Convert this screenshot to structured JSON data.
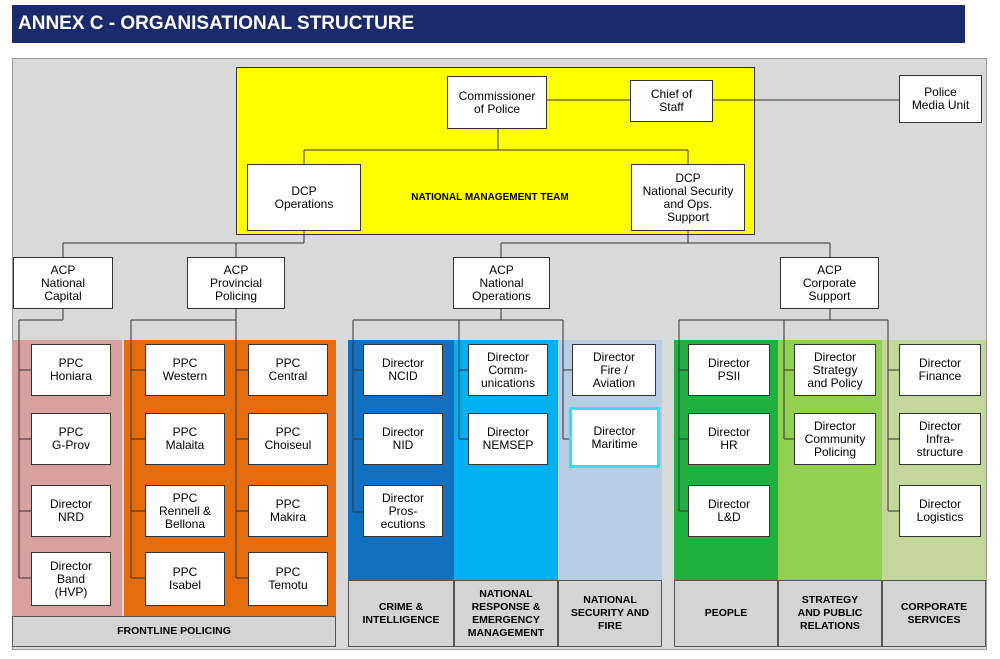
{
  "title": "ANNEX C - ORGANISATIONAL STRUCTURE",
  "colors": {
    "title_bg": "#1a2a6c",
    "national_management_team": "#ffff00",
    "frontline_pink": "#d9a0a0",
    "frontline_orange": "#e46c0a",
    "crime_blue": "#1170c0",
    "response_cyan": "#00b0f0",
    "security_lightblue": "#b8cce4",
    "people_green": "#1fb040",
    "strategy_lightgreen": "#92d050",
    "corporate_olive": "#c4d79b",
    "highlight": "#33e0ee"
  },
  "national_management_team": {
    "label": "NATIONAL MANAGEMENT TEAM",
    "commissioner": "Commissioner\nof Police",
    "chief_of_staff": "Chief of\nStaff",
    "media_unit": "Police\nMedia Unit",
    "dcp_operations": "DCP\nOperations",
    "dcp_security": "DCP\nNational Security\nand Ops.\nSupport"
  },
  "acp": {
    "national_capital": "ACP\nNational\nCapital",
    "provincial_policing": "ACP\nProvincial\nPolicing",
    "national_operations": "ACP\nNational\nOperations",
    "corporate_support": "ACP\nCorporate\nSupport"
  },
  "units": {
    "ppc_honiara": "PPC\nHoniara",
    "ppc_gprov": "PPC\nG-Prov",
    "director_nrd": "Director\nNRD",
    "director_band": "Director\nBand\n(HVP)",
    "ppc_western": "PPC\nWestern",
    "ppc_malaita": "PPC\nMalaita",
    "ppc_rennell": "PPC\nRennell &\nBellona",
    "ppc_isabel": "PPC\nIsabel",
    "ppc_central": "PPC\nCentral",
    "ppc_choiseul": "PPC\nChoiseul",
    "ppc_makira": "PPC\nMakira",
    "ppc_temotu": "PPC\nTemotu",
    "director_ncid": "Director\nNCID",
    "director_nid": "Director\nNID",
    "director_prosecutions": "Director\nPros-\necutions",
    "director_communications": "Director\nComm-\nunications",
    "director_nemsep": "Director\nNEMSEP",
    "director_fire": "Director\nFire /\nAviation",
    "director_maritime": "Director\nMaritime",
    "director_psii": "Director\nPSII",
    "director_hr": "Director\nHR",
    "director_ld": "Director\nL&D",
    "director_strategy": "Director\nStrategy\nand Policy",
    "director_community": "Director\nCommunity\nPolicing",
    "director_finance": "Director\nFinance",
    "director_infrastructure": "Director\nInfra-\nstructure",
    "director_logistics": "Director\nLogistics"
  },
  "footers": {
    "frontline": "FRONTLINE POLICING",
    "crime": "CRIME &\nINTELLIGENCE",
    "response": "NATIONAL\nRESPONSE &\nEMERGENCY\nMANAGEMENT",
    "security": "NATIONAL\nSECURITY AND\nFIRE",
    "people": "PEOPLE",
    "strategy": "STRATEGY\nAND PUBLIC\nRELATIONS",
    "corporate": "CORPORATE\nSERVICES"
  }
}
